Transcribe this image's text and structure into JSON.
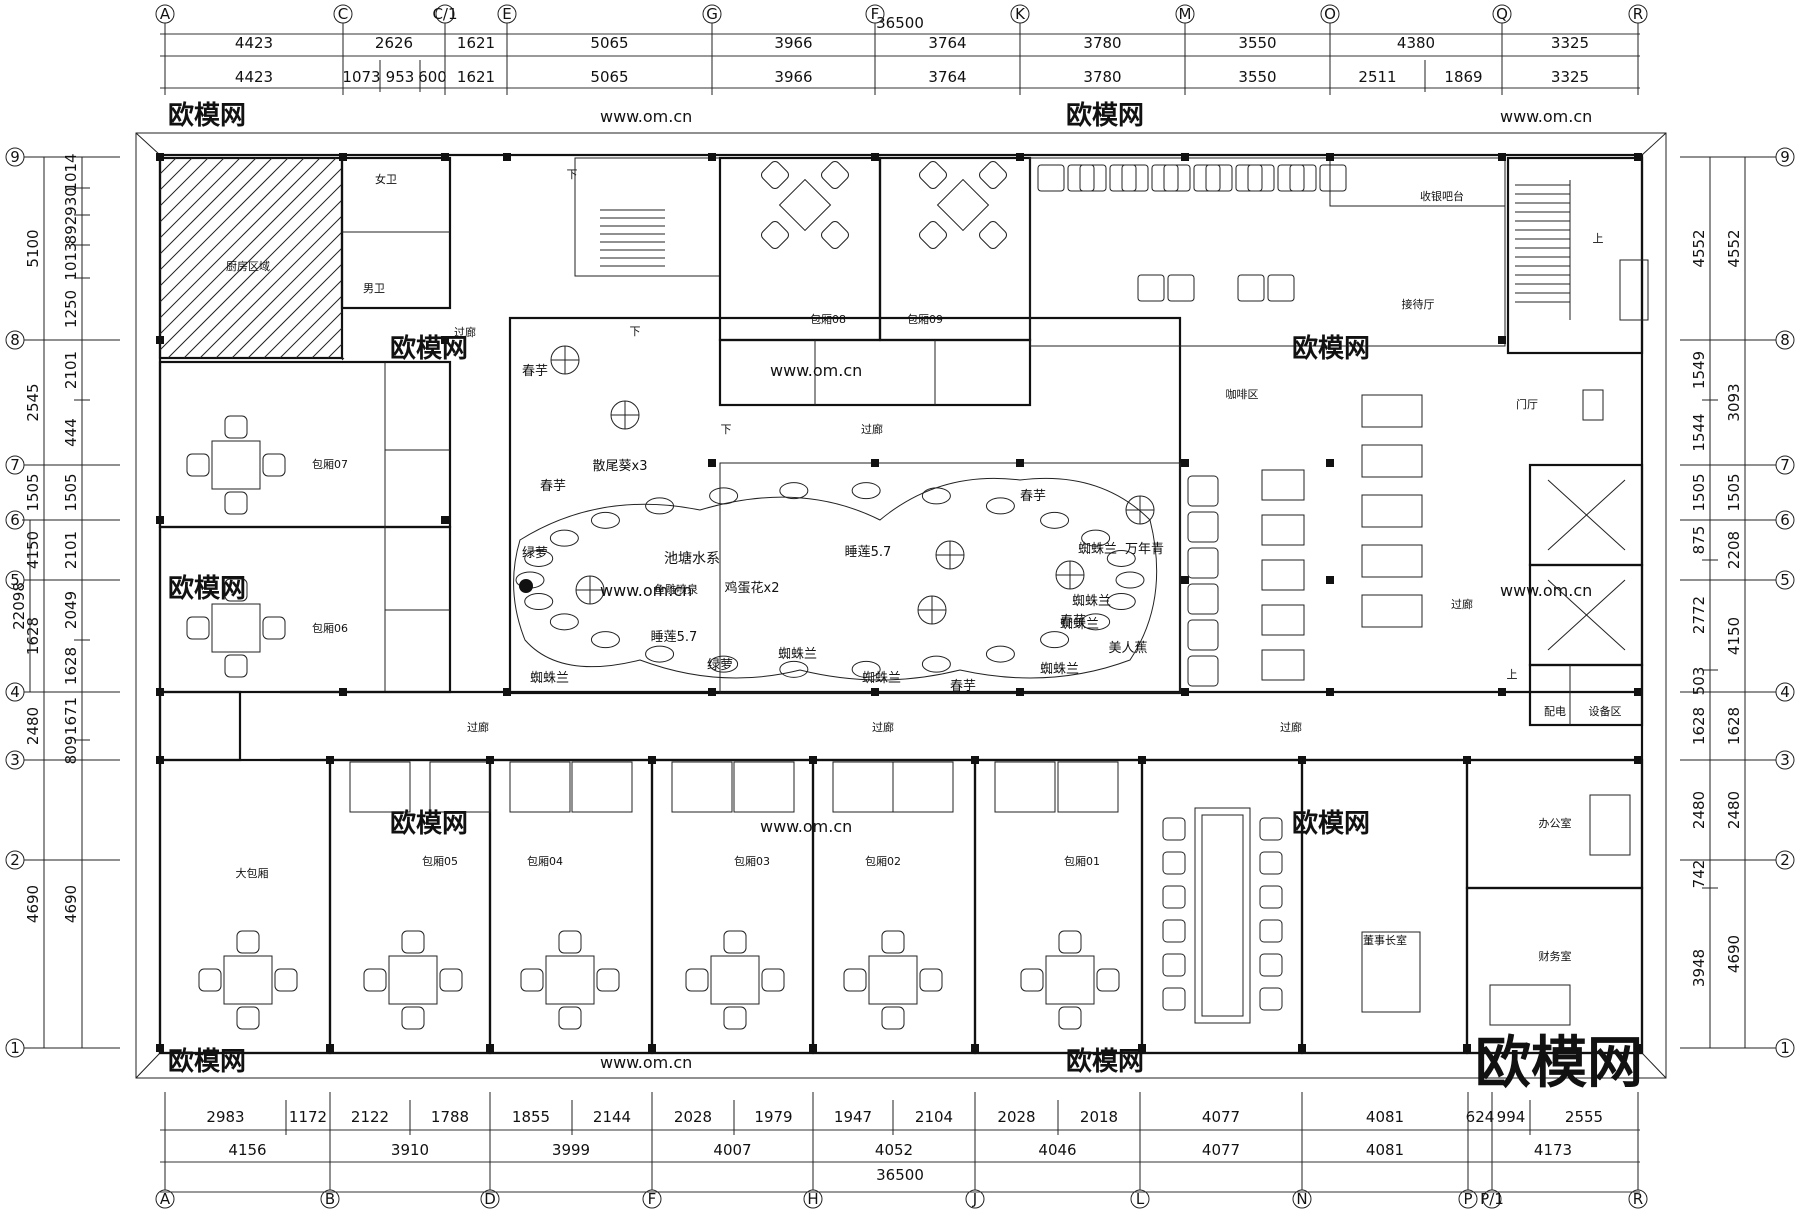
{
  "grid": {
    "top_letters": [
      "A",
      "C",
      "C/1",
      "E",
      "G",
      "F",
      "K",
      "M",
      "O",
      "Q",
      "R"
    ],
    "bottom_letters": [
      "A",
      "B",
      "D",
      "F",
      "H",
      "J",
      "L",
      "N",
      "P",
      "P/1",
      "R"
    ],
    "rows": [
      "9",
      "8",
      "7",
      "6",
      "5",
      "4",
      "3",
      "2",
      "1"
    ]
  },
  "dimensions": {
    "top_total": "36500",
    "top_row1": [
      "4423",
      "2626",
      "1621",
      "5065",
      "3966",
      "3764",
      "3780",
      "3550",
      "4380",
      "3325"
    ],
    "top_row2": [
      "4423",
      "1073",
      "953",
      "600",
      "1621",
      "5065",
      "3966",
      "3764",
      "3780",
      "3550",
      "2511",
      "1869",
      "3325"
    ],
    "bottom_row1": [
      "2983",
      "1172",
      "2122",
      "1788",
      "1855",
      "2144",
      "2028",
      "1979",
      "1947",
      "2104",
      "2028",
      "2018",
      "4077",
      "4081",
      "624",
      "994",
      "2555"
    ],
    "bottom_row2": [
      "4156",
      "3910",
      "3999",
      "4007",
      "4052",
      "4046",
      "4077",
      "4081",
      "4173"
    ],
    "bottom_total": "36500",
    "left_outer": [
      "5100",
      "2545",
      "1505",
      "4150",
      "1628",
      "2480",
      "4690"
    ],
    "left_outer2": [
      "22098"
    ],
    "left_inner": [
      "1014",
      "930",
      "892",
      "1013",
      "1250",
      "2101",
      "444",
      "1505",
      "2101",
      "2049",
      "1628",
      "1671",
      "809",
      "4690"
    ],
    "right_inner": [
      "4552",
      "1549",
      "1544",
      "1505",
      "875",
      "2772",
      "503",
      "1628",
      "2480",
      "742",
      "3948"
    ],
    "right_outer": [
      "4552",
      "3093",
      "1505",
      "2208",
      "4150",
      "1628",
      "2480",
      "4690"
    ]
  },
  "rooms": {
    "kitchen": "厨房区域",
    "female_wc": "女卫",
    "male_wc": "男卫",
    "private_07": "包厢07",
    "private_06": "包厢06",
    "private_08": "包厢08",
    "private_09": "包厢09",
    "corridor": "过廊",
    "pond": "池塘水系",
    "fountain": "鱼雕喷泉",
    "cashier": "收银吧台",
    "reception": "接待厅",
    "coffee": "咖啡区",
    "lobby": "门厅",
    "power": "配电",
    "equipment": "设备区",
    "large_private": "大包厢",
    "private_05": "包厢05",
    "private_04": "包厢04",
    "private_03": "包厢03",
    "private_02": "包厢02",
    "private_01": "包厢01",
    "chairman": "董事长室",
    "office": "办公室",
    "finance": "财务室",
    "down": "下",
    "up": "上"
  },
  "plants": {
    "p1": "散尾葵x3",
    "p2": "春芋",
    "p3": "绿萝",
    "p4": "睡莲5.7",
    "p5": "鸡蛋花x2",
    "p6": "睡莲5.7",
    "p7": "绿萝",
    "p8": "蜘蛛兰",
    "p9": "蜘蛛兰",
    "p10": "蜘蛛兰",
    "p11": "蜘蛛兰",
    "p12": "蜘蛛兰",
    "p13": "蜘蛛兰",
    "p14": "蜘蛛兰",
    "p15": "美人蕉",
    "p16": "春芋",
    "p17": "春芋",
    "p18": "万年青",
    "p19": "春芋",
    "p20": "春芋"
  },
  "watermarks": {
    "brand_small": "欧模网",
    "url": "www.om.cn",
    "brand_large": "欧模网"
  }
}
